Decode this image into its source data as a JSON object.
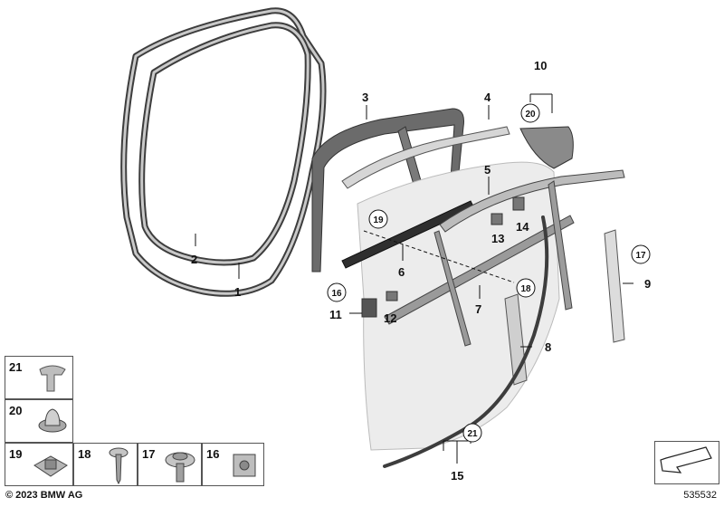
{
  "callouts": {
    "c1": "1",
    "c2": "2",
    "c3": "3",
    "c4": "4",
    "c5": "5",
    "c6": "6",
    "c7": "7",
    "c8": "8",
    "c9": "9",
    "c10": "10",
    "c11": "11",
    "c12": "12",
    "c13": "13",
    "c14": "14",
    "c15": "15"
  },
  "circled_refs": {
    "r20_top": "20",
    "r19": "19",
    "r16": "16",
    "r18": "18",
    "r17": "17",
    "r21": "21"
  },
  "legend": {
    "items": [
      {
        "number": "21",
        "icon": "clip-icon"
      },
      {
        "number": "20",
        "icon": "expanding-rivet-icon"
      },
      {
        "number": "19",
        "icon": "spring-nut-icon"
      },
      {
        "number": "18",
        "icon": "screw-icon"
      },
      {
        "number": "17",
        "icon": "collar-screw-icon"
      },
      {
        "number": "16",
        "icon": "plastic-nut-icon"
      }
    ]
  },
  "footer": {
    "copyright": "© 2023 BMW AG",
    "doc_number": "535532"
  },
  "colors": {
    "seal_dark": "#3d3d3d",
    "seal_light": "#c9c9c9",
    "door_panel": "#ececec",
    "trim_grey": "#8a8a8a"
  }
}
